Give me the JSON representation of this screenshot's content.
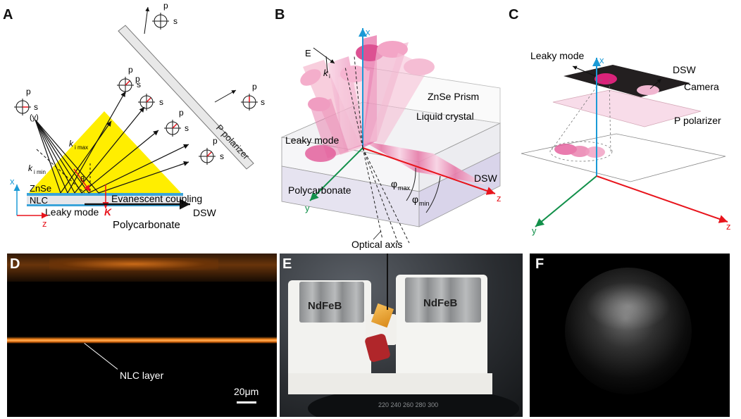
{
  "panels": {
    "A": {
      "label": "A",
      "polarizer": "P polarizer",
      "s": "s",
      "p": "p",
      "s_y": "s",
      "y_sub": "(y)",
      "k_max": "k",
      "k_max_sub": "i max",
      "k_min": "k",
      "k_min_sub": "i min",
      "theta": "θ",
      "znse": "ZnSe",
      "nlc": "NLC",
      "leaky": "Leaky mode",
      "kappa": "K",
      "evanescent": "Evanescent coupling",
      "dsw": "DSW",
      "polycarbonate": "Polycarbonate",
      "x_axis": "x",
      "z_axis": "z"
    },
    "B": {
      "label": "B",
      "E": "E",
      "ki": "k",
      "ki_sub": "i",
      "prism": "ZnSe Prism",
      "lc": "Liquid crystal",
      "leaky": "Leaky mode",
      "phi_max": "φ",
      "phi_max_sub": "max",
      "phi_min": "φ",
      "phi_min_sub": "min",
      "dsw": "DSW",
      "polycarbonate": "Polycarbonate",
      "optical_axis": "Optical axis",
      "x_axis": "x",
      "y_axis": "y",
      "z_axis": "z"
    },
    "C": {
      "label": "C",
      "leaky": "Leaky mode",
      "dsw": "DSW",
      "camera": "Camera",
      "polarizer": "P polarizer",
      "x_axis": "x",
      "y_axis": "y",
      "z_axis": "z"
    },
    "D": {
      "label": "D",
      "nlc_layer": "NLC layer",
      "scale": "20μm"
    },
    "E": {
      "label": "E",
      "magnet_left": "NdFeB",
      "magnet_right": "NdFeB",
      "dial": "220  240  260  280  300"
    },
    "F": {
      "label": "F"
    }
  },
  "colors": {
    "prism_yellow": "#ffee00",
    "ray_red": "#e8141c",
    "axis_blue": "#1a9ad6",
    "axis_green": "#12904a",
    "axis_red": "#e8141c",
    "pink": "#e0468f",
    "nlc_orange": "#ff8a1c"
  }
}
